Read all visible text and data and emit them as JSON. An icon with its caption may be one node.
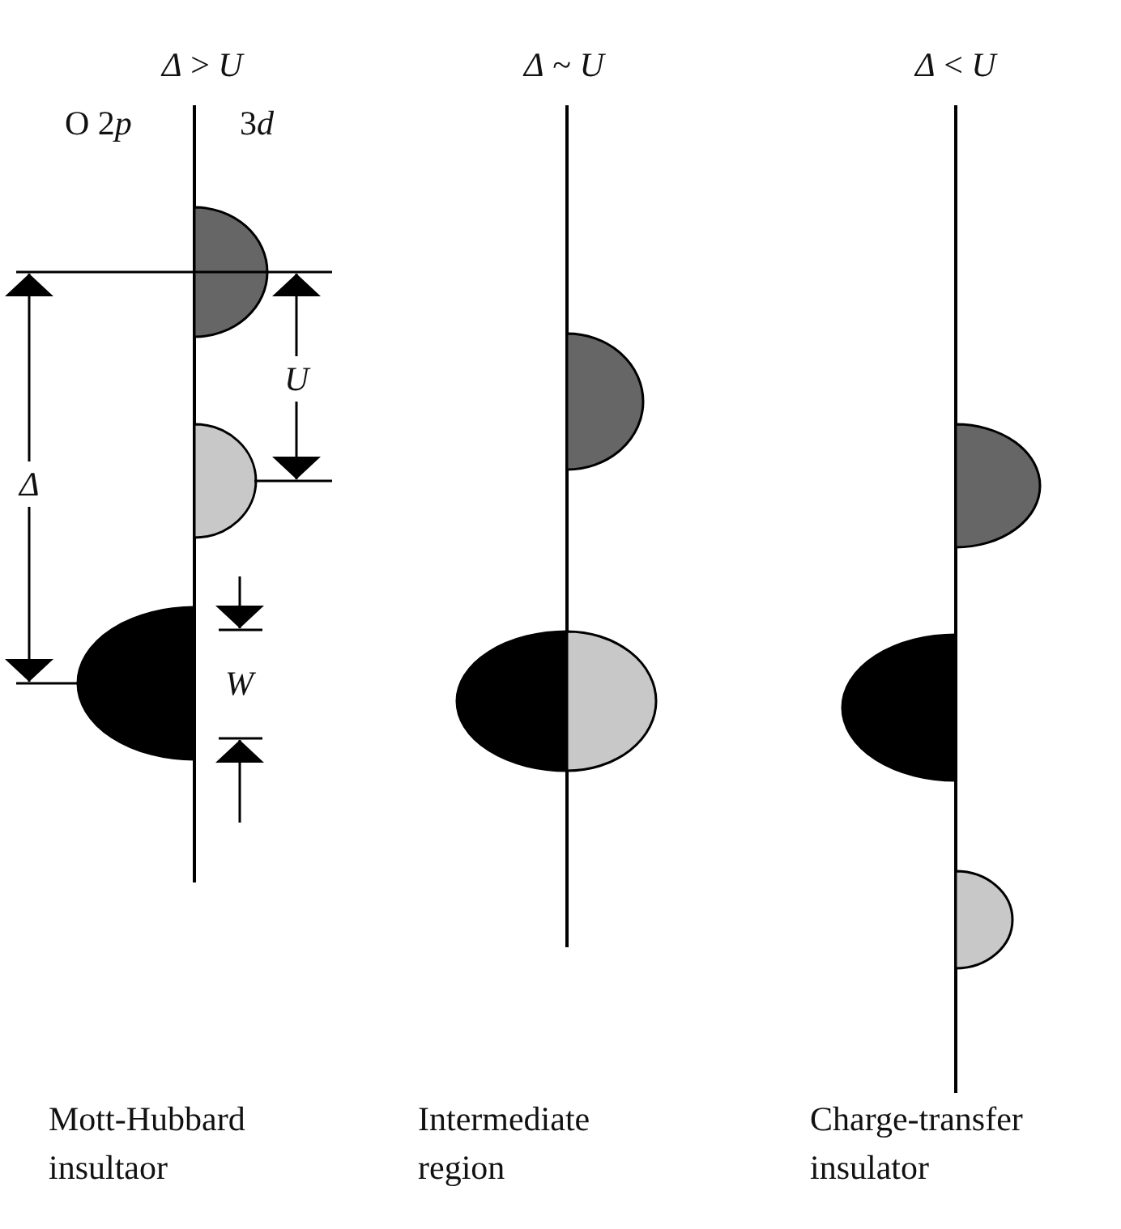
{
  "diagram": {
    "labels": [
      "*Δ* > *U*",
      "*Δ* ~ *U*",
      "*Δ* < *U*",
      "O 2p",
      "3d",
      "U",
      "Δ",
      "W",
      "Mott-Hubbard insultaor",
      "Intermediate region",
      "Charge-transfer insulator"
    ]
  }
}
